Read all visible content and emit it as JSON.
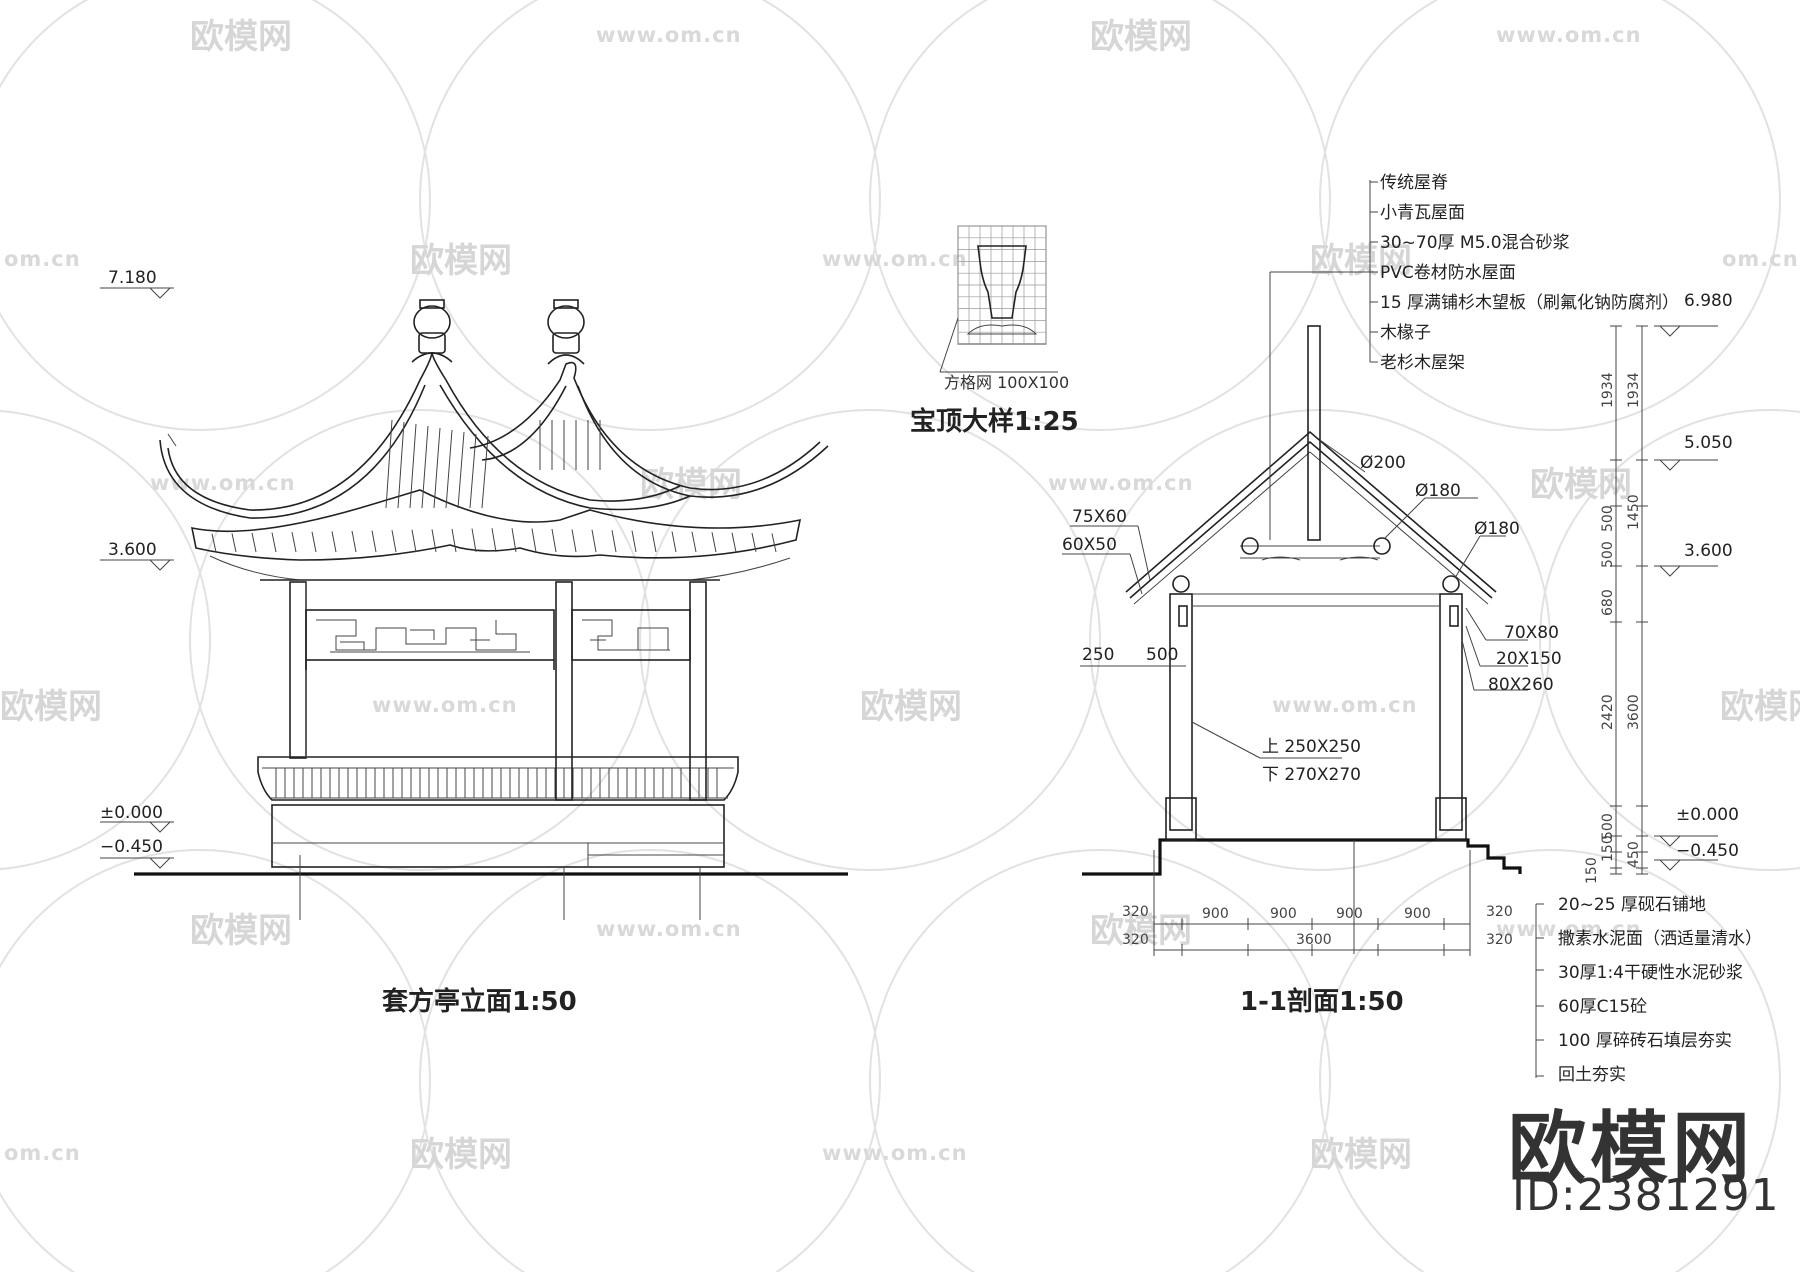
{
  "titles": {
    "elevation": "套方亭立面1:50",
    "section": "1-1剖面1:50",
    "finial": "宝顶大样1:25"
  },
  "finial": {
    "grid_note": "方格网 100X100"
  },
  "elevation": {
    "levels": [
      "7.180",
      "3.600",
      "±0.000",
      "−0.450"
    ]
  },
  "section": {
    "levels_right": [
      "6.980",
      "5.050",
      "3.600",
      "±0.000",
      "−0.450"
    ],
    "roof_layers": [
      "传统屋脊",
      "小青瓦屋面",
      "30~70厚 M5.0混合砂浆",
      "PVC卷材防水屋面",
      "15 厚满铺杉木望板（刷氟化钠防腐剂）",
      "木椽子",
      "老杉木屋架"
    ],
    "member_labels": {
      "d200": "Ø200",
      "d180a": "Ø180",
      "d180b": "Ø180",
      "m75x60": "75X60",
      "m60x50": "60X50",
      "m70x80": "70X80",
      "m20x150": "20X150",
      "m80x260": "80X260",
      "col_top": "上 250X250",
      "col_bot": "下 270X270",
      "d250": "250",
      "d500": "500"
    },
    "vertical_dims_inner": [
      "1934",
      "500",
      "500",
      "680",
      "2420",
      "500",
      "150",
      "150"
    ],
    "vertical_dims_outer": [
      "1934",
      "1450",
      "3600",
      "450"
    ],
    "horizontal_dims": [
      "320",
      "900",
      "900",
      "900",
      "900",
      "320"
    ],
    "horizontal_total": [
      "320",
      "3600",
      "320"
    ],
    "floor_layers": [
      "20~25 厚砚石铺地",
      "撒素水泥面（洒适量清水）",
      "30厚1:4干硬性水泥砂浆",
      "60厚C15砼",
      "100 厚碎砖石填层夯实",
      "回土夯实"
    ]
  },
  "watermark": {
    "brand": "欧模网",
    "url": "www.om.cn",
    "url_short": "om.cn"
  },
  "brand": {
    "logo": "欧模网",
    "id": "ID:2381291"
  }
}
